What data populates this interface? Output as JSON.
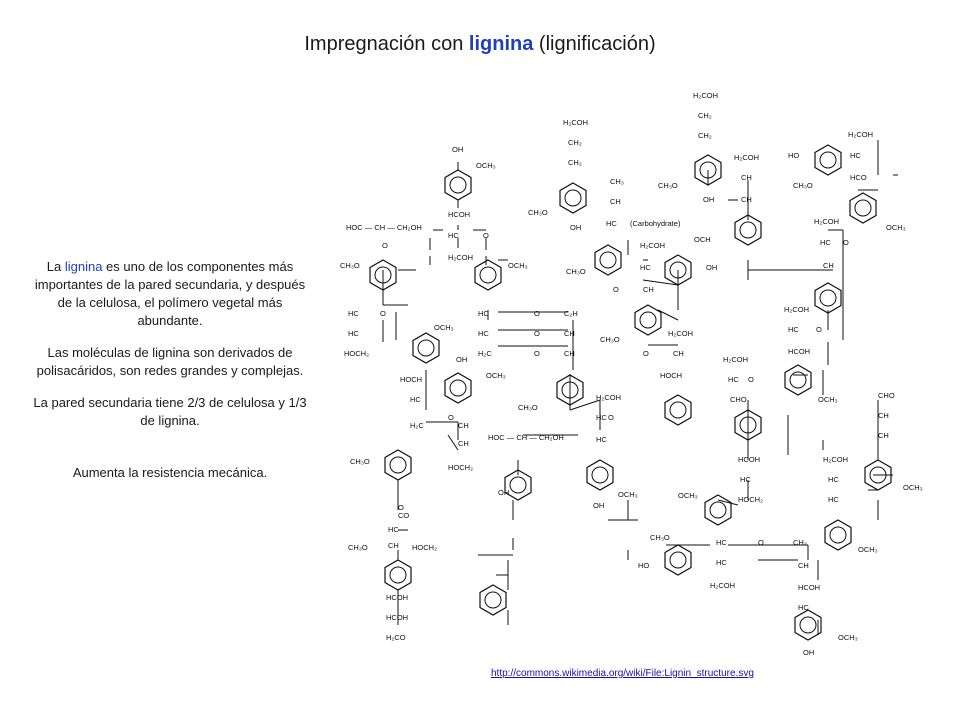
{
  "title": {
    "prefix": "Impregnación con ",
    "highlight": "lignina",
    "suffix": " (lignificación)"
  },
  "side": {
    "p1_a": "La ",
    "p1_link": "lignina",
    "p1_b": " es uno de los componentes más importantes de la pared secundaria, y después de la celulosa, el polímero vegetal más abundante.",
    "p2": "Las moléculas de lignina son derivados de polisacáridos, son redes grandes y complejas.",
    "p3": "La pared secundaria tiene 2/3 de celulosa y 1/3 de lignina.",
    "p4": "Aumenta la resistencia mecánica."
  },
  "source_url": "http://commons.wikimedia.org/wiki/File:Lignin_structure.svg",
  "colors": {
    "accent": "#1f3fbf",
    "link": "#1a0dab"
  },
  "diagram_labels": {
    "oh": "OH",
    "och3": "OCH₃",
    "ch3o": "CH₃O",
    "h2coh": "H₂COH",
    "hcoh": "HCOH",
    "hoch": "HOCH",
    "hc": "HC",
    "ch": "CH",
    "o": "O",
    "co": "CO",
    "ch2": "CH₂",
    "h2c": "H₂C",
    "hoch2": "HOCH₂",
    "ch3": "CH₃",
    "carbohydrate": "(Carbohydrate)",
    "hoc_ch_ch2oh": "HOC — CH — CH₂OH",
    "cho": "CHO",
    "h2co": "H₂CO",
    "ho": "HO",
    "c2h": "C₂H",
    "hco": "HCO",
    "och": "OCH"
  }
}
